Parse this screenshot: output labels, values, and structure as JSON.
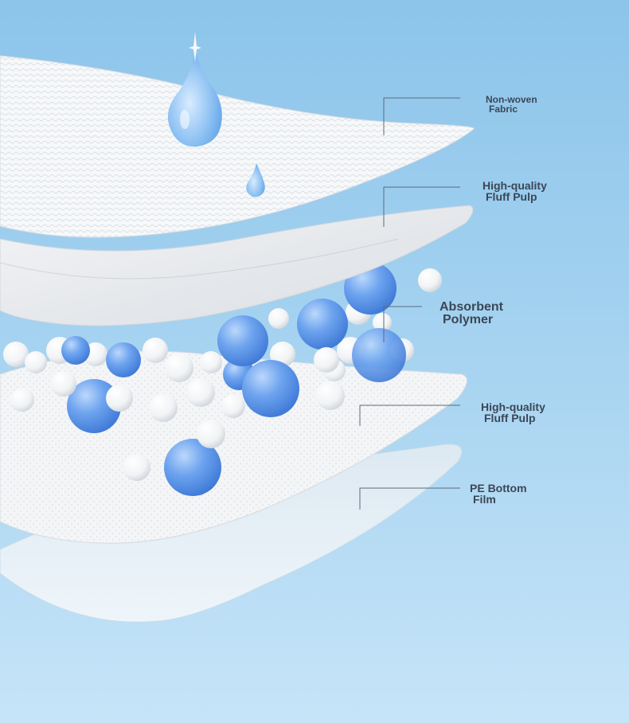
{
  "layers": [
    {
      "line1": "Non-woven",
      "line2": "Fabric"
    },
    {
      "line1": "High-quality",
      "line2": "Fluff Pulp"
    },
    {
      "line1": "Absorbent",
      "line2": "Polymer"
    },
    {
      "line1": "High-quality",
      "line2": "Fluff Pulp"
    },
    {
      "line1": "PE Bottom",
      "line2": "Film"
    }
  ],
  "colors": {
    "background_top": "#8cc4ea",
    "background_bottom": "#c6e4f8",
    "bead_blue": "#5d97e8",
    "bead_white": "#ffffff",
    "label_text": "#3b4756"
  },
  "illustration": {
    "subject": "layered absorbent pad cross-section",
    "icons": [
      "water-drop-icon",
      "water-drop-icon",
      "polymer-beads"
    ]
  }
}
